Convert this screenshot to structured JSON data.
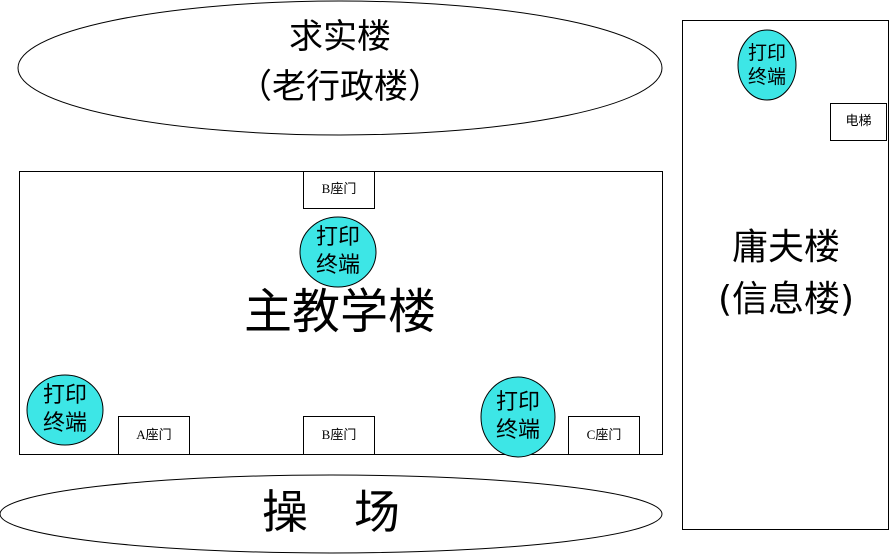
{
  "colors": {
    "terminal": "#3DE6E6",
    "stroke": "#000000"
  },
  "qiushi": {
    "name": "求实楼",
    "alias": "（老行政楼）"
  },
  "yongfu": {
    "name": "庸夫楼",
    "alias": "(信息楼)",
    "elevator": "电梯",
    "terminal": [
      "打印",
      "终端"
    ]
  },
  "main": {
    "name": "主教学楼",
    "gate_top": "B座门",
    "gate_a": "A座门",
    "gate_b": "B座门",
    "gate_c": "C座门",
    "terminal_top": [
      "打印",
      "终端"
    ],
    "terminal_left": [
      "打印",
      "终端"
    ],
    "terminal_right": [
      "打印",
      "终端"
    ]
  },
  "playground": {
    "name": "操　场"
  }
}
